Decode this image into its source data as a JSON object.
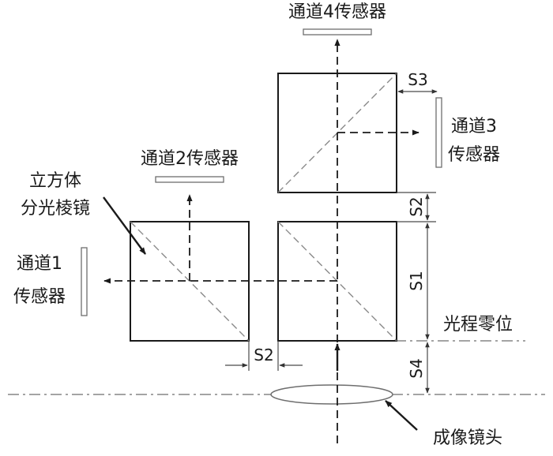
{
  "labels": {
    "channel4_sensor": "通道4传感器",
    "channel3_sensor_line1": "通道3",
    "channel3_sensor_line2": "传感器",
    "channel2_sensor": "通道2传感器",
    "cube_prism_line1": "立方体",
    "cube_prism_line2": "分光棱镜",
    "channel1_sensor_line1": "通道1",
    "channel1_sensor_line2": "传感器",
    "optical_path_zero": "光程零位",
    "imaging_lens": "成像镜头"
  },
  "dimensions": {
    "s1": "S1",
    "s2_left": "S2",
    "s2_right": "S2",
    "s3": "S3",
    "s4": "S4"
  }
}
